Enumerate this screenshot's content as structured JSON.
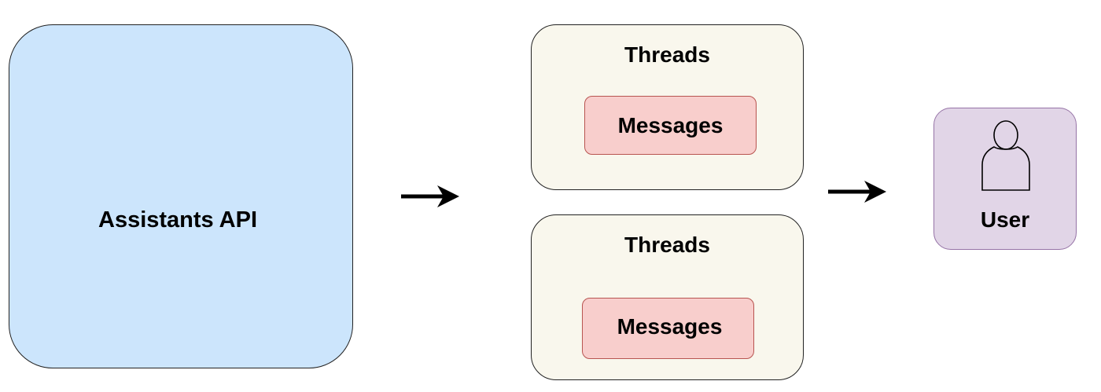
{
  "colors": {
    "assistants_fill": "#cce5fc",
    "thread_fill": "#f9f7ed",
    "message_fill": "#f8cecc",
    "message_border": "#b85450",
    "user_fill": "#e1d5e7",
    "user_border": "#9673a6",
    "stroke": "#222222"
  },
  "assistants": {
    "label": "Assistants API"
  },
  "threads": [
    {
      "label": "Threads",
      "message_label": "Messages"
    },
    {
      "label": "Threads",
      "message_label": "Messages"
    }
  ],
  "user": {
    "label": "User",
    "icon": "user-icon"
  },
  "arrows": [
    "arrow-right-icon",
    "arrow-right-icon"
  ]
}
